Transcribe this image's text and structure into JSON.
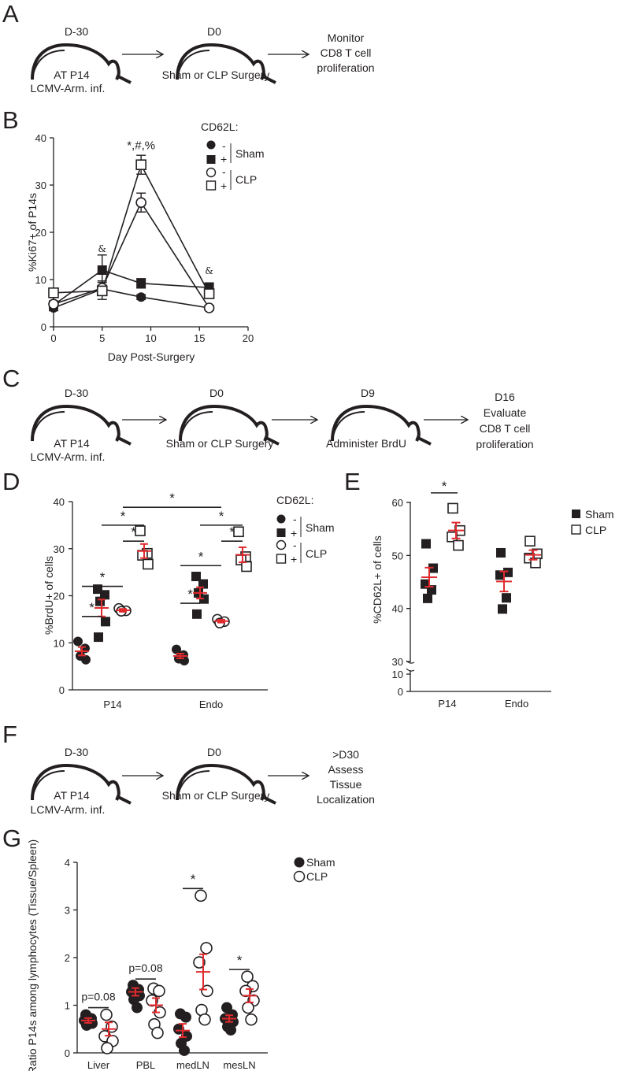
{
  "panels": {
    "A": "A",
    "B": "B",
    "C": "C",
    "D": "D",
    "E": "E",
    "F": "F",
    "G": "G"
  },
  "timelines": {
    "A": {
      "d1": "D-30",
      "d1_sub1": "AT P14",
      "d1_sub2": "LCMV-Arm. inf.",
      "d2": "D0",
      "d2_sub": "Sham or CLP Surgery",
      "end": [
        "Monitor",
        "CD8 T cell",
        "proliferation"
      ]
    },
    "C": {
      "d1": "D-30",
      "d1_sub1": "AT P14",
      "d1_sub2": "LCMV-Arm. inf.",
      "d2": "D0",
      "d2_sub": "Sham or CLP Surgery",
      "d3": "D9",
      "d3_sub": "Administer BrdU",
      "end": [
        "D16",
        "Evaluate",
        "CD8 T cell",
        "proliferation"
      ]
    },
    "F": {
      "d1": "D-30",
      "d1_sub1": "AT P14",
      "d1_sub2": "LCMV-Arm. inf.",
      "d2": "D0",
      "d2_sub": "Sham or CLP Surgery",
      "end": [
        ">D30",
        "Assess",
        "Tissue",
        "Localization"
      ]
    }
  },
  "legend_cd62l": {
    "title": "CD62L:",
    "minus": "-",
    "plus": "+",
    "sham": "Sham",
    "clp": "CLP"
  },
  "legend_sham_clp": {
    "sham": "Sham",
    "clp": "CLP"
  },
  "chart_data": [
    {
      "panel": "B",
      "type": "line",
      "xlabel": "Day Post-Surgery",
      "ylabel": "%Ki67+ of P14s",
      "xlim": [
        0,
        20
      ],
      "ylim": [
        0,
        40
      ],
      "xticks": [
        0,
        5,
        10,
        15,
        20
      ],
      "yticks": [
        0,
        10,
        20,
        30,
        40
      ],
      "x": [
        0,
        5,
        9,
        16
      ],
      "series": [
        {
          "name": "Sham CD62L-",
          "marker": "filled-circle",
          "values": [
            4.0,
            8.0,
            6.3,
            4.0
          ],
          "err": [
            0.6,
            0.8,
            0.5,
            0.5
          ]
        },
        {
          "name": "Sham CD62L+",
          "marker": "filled-square",
          "values": [
            4.6,
            12.0,
            9.2,
            8.3
          ],
          "err": [
            0.6,
            3.2,
            1.0,
            1.0
          ]
        },
        {
          "name": "CLP CD62L-",
          "marker": "open-circle",
          "values": [
            4.8,
            8.2,
            26.3,
            4.0
          ],
          "err": [
            0.5,
            1.5,
            2.0,
            0.5
          ]
        },
        {
          "name": "CLP CD62L+",
          "marker": "open-square",
          "values": [
            7.2,
            7.6,
            34.3,
            7.0
          ],
          "err": [
            0.6,
            1.8,
            2.0,
            0.8
          ]
        }
      ],
      "annotations": [
        {
          "x": 5,
          "text": "&"
        },
        {
          "x": 9,
          "text": "*,#,%"
        },
        {
          "x": 16,
          "text": "&"
        }
      ]
    },
    {
      "panel": "D",
      "type": "scatter",
      "ylabel": "%BrdU+ of cells",
      "ylim": [
        0,
        40
      ],
      "yticks": [
        0,
        10,
        20,
        30,
        40
      ],
      "categories": [
        "P14",
        "Endo"
      ],
      "series": [
        {
          "name": "Sham CD62L-",
          "marker": "filled-circle",
          "P14": [
            10.3,
            8.8,
            7.2,
            6.4
          ],
          "Endo": [
            8.6,
            7.4,
            6.6,
            6.2
          ],
          "mean": [
            8.2,
            7.2
          ],
          "sem": [
            0.9,
            0.5
          ]
        },
        {
          "name": "Sham CD62L+",
          "marker": "filled-square",
          "P14": [
            21.4,
            20.2,
            18.8,
            14.5,
            11.2
          ],
          "Endo": [
            24.1,
            22.5,
            20.6,
            19.3,
            16.1
          ],
          "mean": [
            17.4,
            20.6
          ],
          "sem": [
            1.8,
            1.2
          ]
        },
        {
          "name": "CLP CD62L-",
          "marker": "open-circle",
          "P14": [
            17.3,
            16.8,
            16.7
          ],
          "Endo": [
            15.0,
            14.5,
            14.2
          ],
          "mean": [
            16.9,
            14.6
          ],
          "sem": [
            0.3,
            0.3
          ]
        },
        {
          "name": "CLP CD62L+",
          "marker": "open-square",
          "P14": [
            33.8,
            29.0,
            28.6,
            26.7
          ],
          "Endo": [
            33.6,
            28.3,
            27.6,
            26.2
          ],
          "mean": [
            29.5,
            28.7
          ],
          "sem": [
            1.5,
            1.6
          ]
        }
      ],
      "significance": "*"
    },
    {
      "panel": "E",
      "type": "scatter",
      "ylabel": "%CD62L+ of cells",
      "yticks": [
        0,
        10,
        30,
        40,
        50,
        60
      ],
      "axis_break": "10-30",
      "categories": [
        "P14",
        "Endo"
      ],
      "series": [
        {
          "name": "Sham",
          "marker": "filled-square",
          "P14": [
            52.2,
            47.6,
            44.6,
            43.5,
            41.9
          ],
          "Endo": [
            50.5,
            46.8,
            46.3,
            42.0,
            39.9
          ],
          "mean": [
            45.9,
            45.1
          ],
          "sem": [
            1.8,
            1.9
          ]
        },
        {
          "name": "CLP",
          "marker": "open-square",
          "P14": [
            58.9,
            54.7,
            53.5,
            51.9
          ],
          "Endo": [
            52.7,
            50.3,
            49.5,
            48.6
          ],
          "mean": [
            54.7,
            50.1
          ],
          "sem": [
            1.5,
            0.9
          ]
        }
      ],
      "significance": "*"
    },
    {
      "panel": "G",
      "type": "scatter",
      "ylabel": "Ratio P14s among lymphocytes (Tissue/Spleen)",
      "ylim": [
        0,
        4
      ],
      "yticks": [
        0,
        1,
        2,
        3,
        4
      ],
      "categories": [
        "Liver",
        "PBL",
        "medLN",
        "mesLN"
      ],
      "series": [
        {
          "name": "Sham",
          "marker": "filled-circle",
          "points": [
            [
              0.8,
              0.72,
              0.68,
              0.62,
              0.58
            ],
            [
              1.42,
              1.33,
              1.28,
              1.2,
              1.12,
              0.95
            ],
            [
              0.82,
              0.75,
              0.5,
              0.35,
              0.2,
              0.05
            ],
            [
              0.95,
              0.8,
              0.72,
              0.65,
              0.55,
              0.48
            ]
          ],
          "mean": [
            0.68,
            1.28,
            0.47,
            0.72
          ],
          "sem": [
            0.05,
            0.08,
            0.14,
            0.07
          ]
        },
        {
          "name": "CLP",
          "marker": "open-circle",
          "points": [
            [
              0.8,
              0.55,
              0.35,
              0.25,
              0.1
            ],
            [
              1.35,
              1.3,
              1.1,
              0.85,
              0.6,
              0.42
            ],
            [
              3.3,
              2.2,
              1.9,
              1.3,
              0.9,
              0.7
            ],
            [
              1.6,
              1.4,
              1.3,
              1.1,
              0.95,
              0.7
            ]
          ],
          "mean": [
            0.5,
            1.0,
            1.7,
            1.2
          ],
          "sem": [
            0.14,
            0.15,
            0.37,
            0.14
          ]
        }
      ],
      "annotations": [
        {
          "category": "Liver",
          "text": "p=0.08"
        },
        {
          "category": "PBL",
          "text": "p=0.08"
        },
        {
          "category": "medLN",
          "text": "*"
        },
        {
          "category": "mesLN",
          "text": "*"
        }
      ]
    }
  ]
}
